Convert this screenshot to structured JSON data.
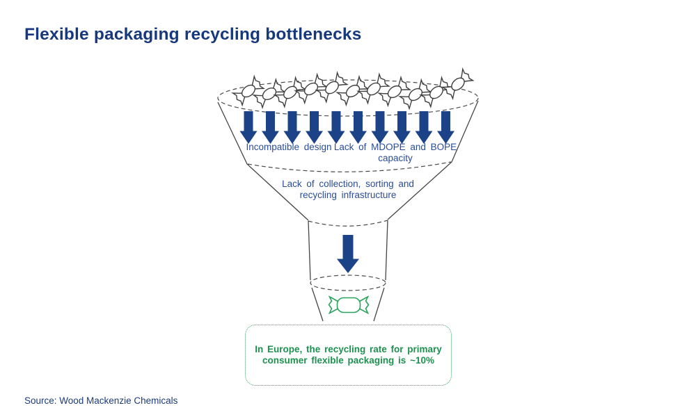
{
  "title": "Flexible packaging recycling bottlenecks",
  "funnel": {
    "input_icon": "candy-wrapper-icon",
    "input_icon_count": 11,
    "flow_icon": "down-arrow-icon",
    "flow_icon_count": 10,
    "output_icon": "recycled-candy-wrapper-icon",
    "stage_labels": {
      "incompatible_design": "Incompatible design",
      "mdope_line1": "Lack of MDOPE and BOPE",
      "mdope_line2": "capacity",
      "collection_line1": "Lack of collection, sorting and",
      "collection_line2": "recycling infrastructure"
    }
  },
  "result_box": {
    "line1": "In Europe, the recycling rate for primary",
    "line2": "consumer flexible packaging is ~10%"
  },
  "source": "Source: Wood Mackenzie Chemicals",
  "colors": {
    "title_navy": "#16387D",
    "label_blue": "#2A4C97",
    "arrow_navy": "#1C4287",
    "green_text": "#1D9150",
    "green_stroke": "#29A35B",
    "outline_gray": "#454545"
  }
}
